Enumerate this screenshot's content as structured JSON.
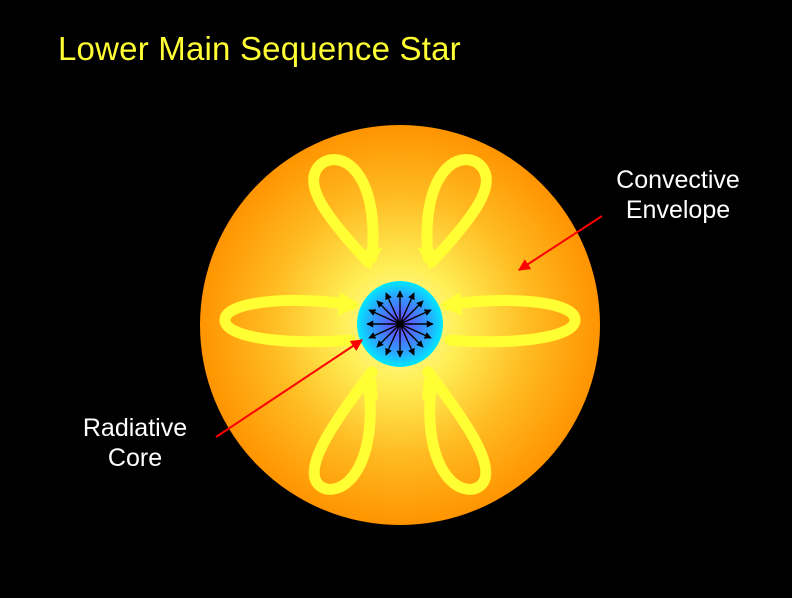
{
  "title": "Lower Main Sequence Star",
  "labels": {
    "envelope": {
      "line1": "Convective",
      "line2": "Envelope"
    },
    "core": {
      "line1": "Radiative",
      "line2": "Core"
    }
  },
  "colors": {
    "background": "#000000",
    "title": "#ffff33",
    "envelope_outer": "#ff9900",
    "envelope_inner": "#ffff66",
    "convection_loops": "#ffff33",
    "core_outer": "#00e5ff",
    "core_inner": "#6a4cff",
    "pointer_arrows": "#ff0000",
    "radiation_arrows": "#000000",
    "label_text": "#ffffff"
  }
}
